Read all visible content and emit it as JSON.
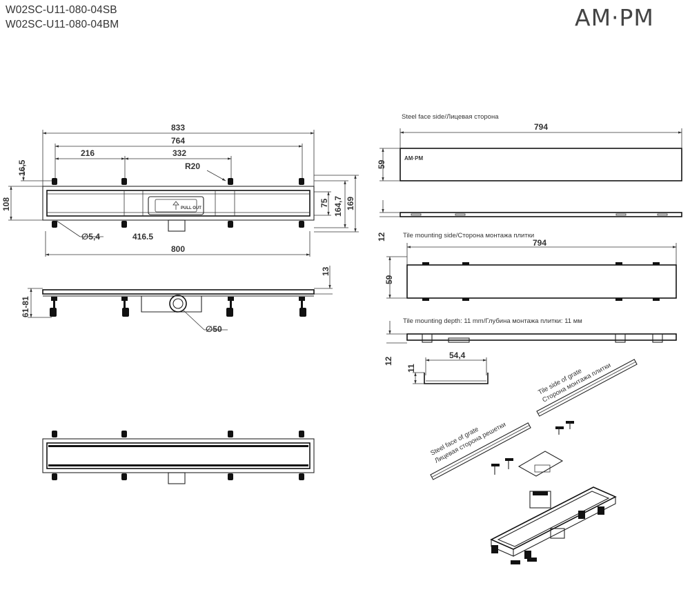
{
  "header": {
    "model_1": "W02SC-U11-080-04SB",
    "model_2": "W02SC-U11-080-04BM",
    "logo": "AM·PM"
  },
  "drawing_top": {
    "dim_833": "833",
    "dim_764": "764",
    "dim_216": "216",
    "dim_332": "332",
    "dim_r20": "R20",
    "dim_16_5": "16,5",
    "dim_108": "108",
    "dim_75": "75",
    "dim_164_7": "164,7",
    "dim_169": "169",
    "dim_d5_4": "∅5,4",
    "dim_416_5": "416.5",
    "dim_800": "800",
    "pull_out": "PULL OUT"
  },
  "drawing_side": {
    "dim_13": "13",
    "dim_61_81": "61-81",
    "dim_d50": "∅50"
  },
  "grate_steel": {
    "caption": "Steel face side/Лицевая сторона",
    "dim_794": "794",
    "dim_59": "59",
    "dim_12": "12",
    "logo_small": "AM·PM"
  },
  "grate_tile": {
    "caption": "Tile mounting side/Сторона монтажа плитки",
    "dim_794": "794",
    "dim_59": "59",
    "depth_caption": "Tile mounting depth: 11 mm/Глубина монтажа плитки: 11 мм",
    "dim_12": "12",
    "dim_54_4": "54,4",
    "dim_11": "11"
  },
  "exploded": {
    "label_tile_1": "Tile side of grate",
    "label_tile_2": "Сторона монтажа плитки",
    "label_steel_1": "Steel face of grate",
    "label_steel_2": "Лицевая сторона решетки"
  }
}
